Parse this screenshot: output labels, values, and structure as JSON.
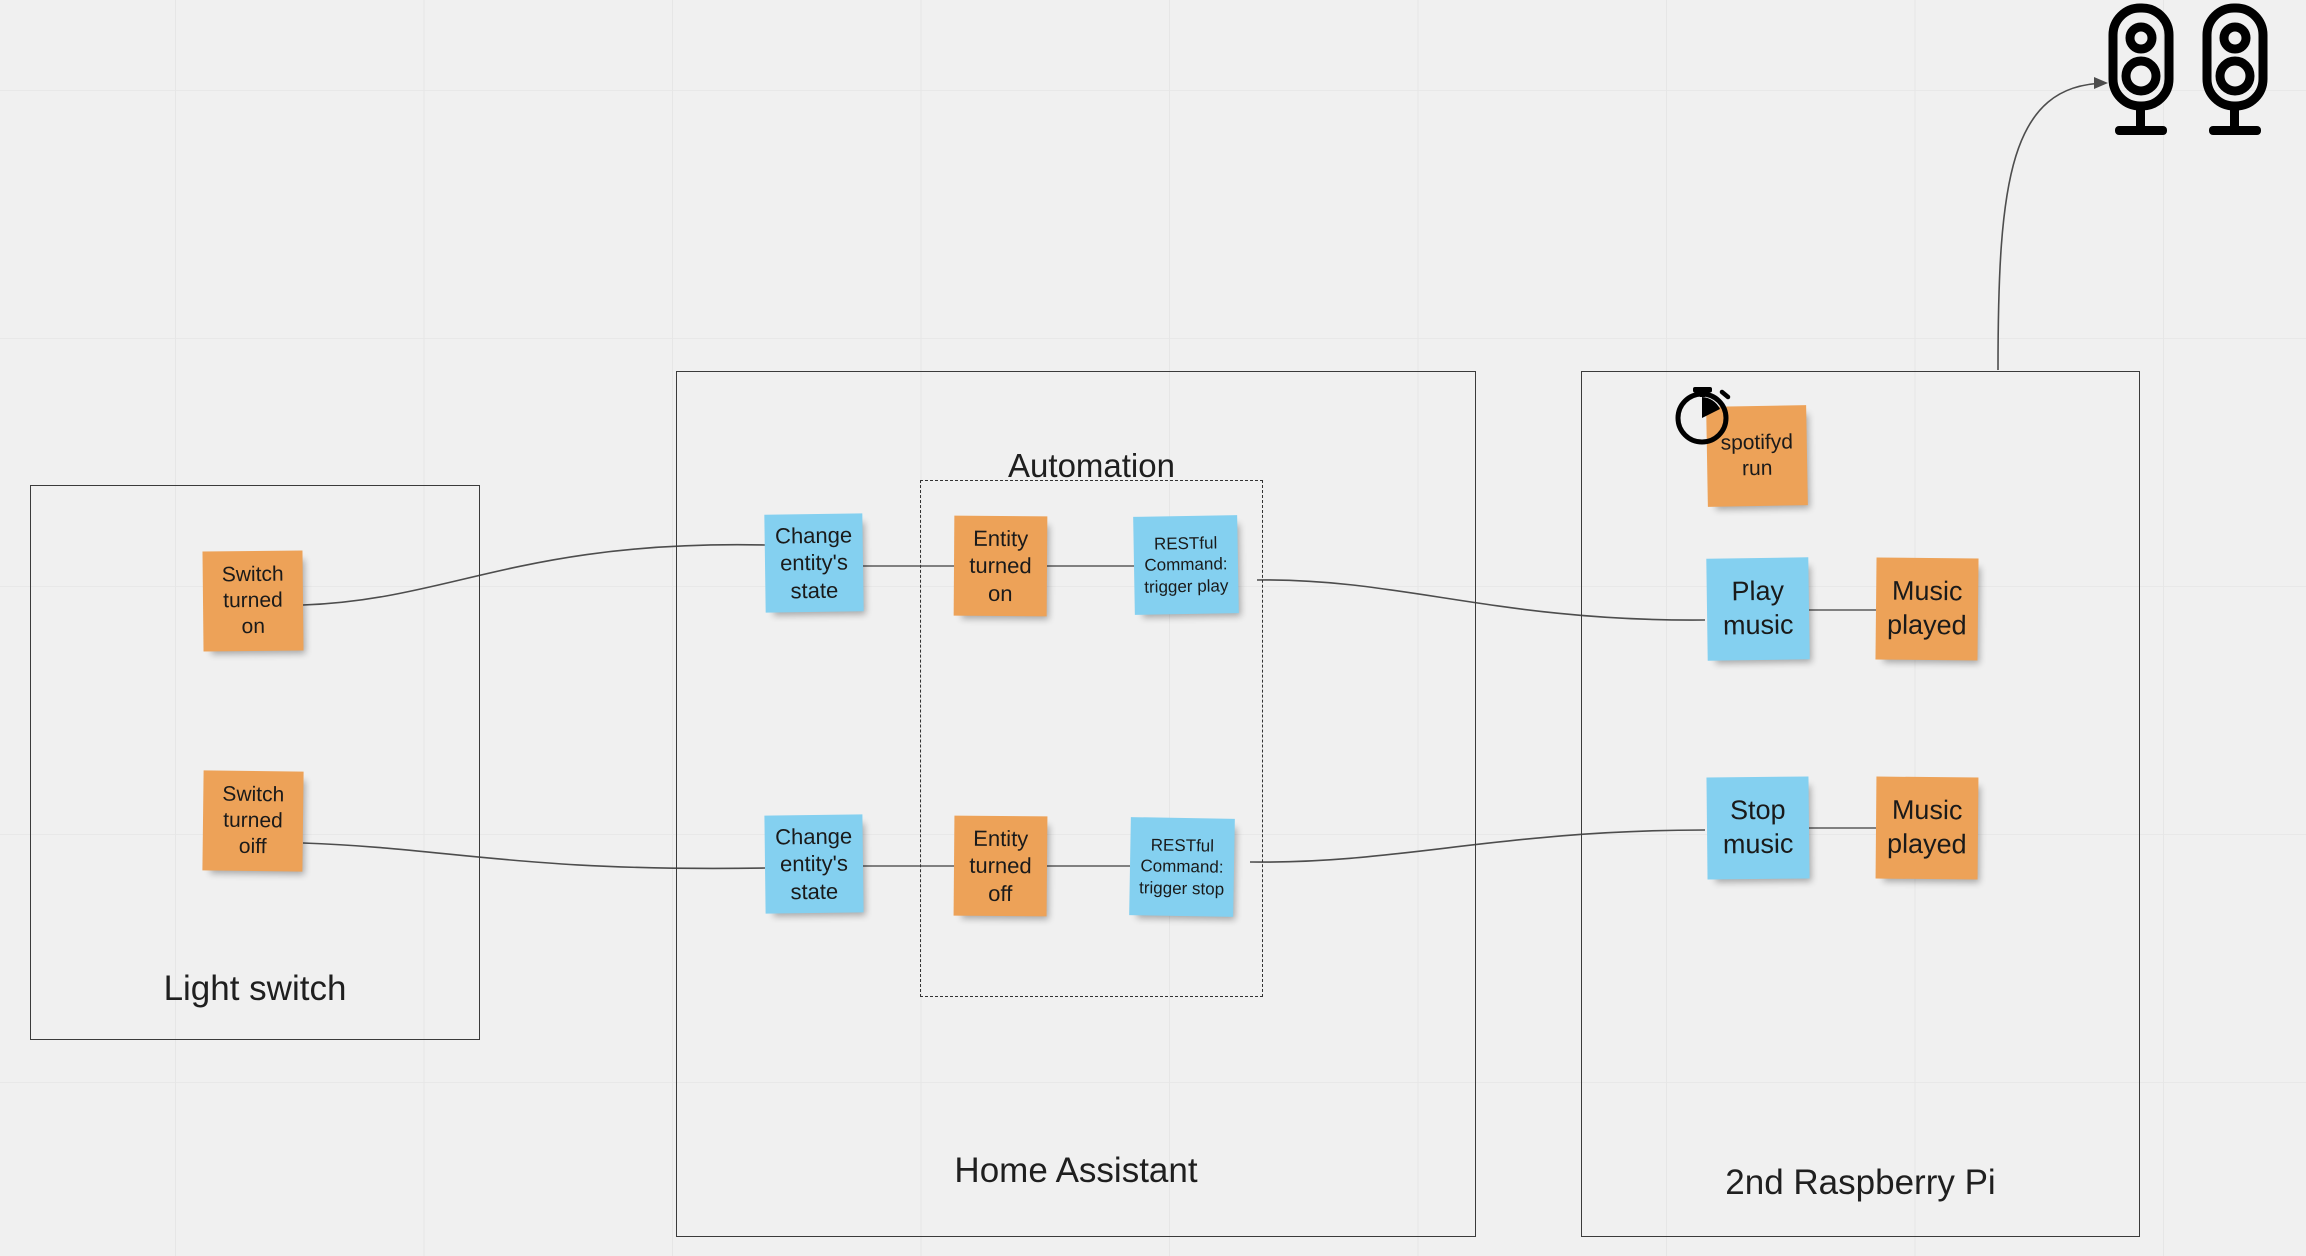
{
  "diagram": {
    "title_visible": false,
    "background_color": "#f0f0f0",
    "note_colors": {
      "orange": "#eda258",
      "blue": "#84d0f0"
    },
    "edge_color": "#4d4d4d"
  },
  "groups": {
    "light_switch": {
      "label": "Light switch"
    },
    "home_assistant": {
      "label": "Home Assistant"
    },
    "raspberry_pi": {
      "label": "2nd Raspberry Pi"
    },
    "automation": {
      "label": "Automation"
    }
  },
  "notes": {
    "switch_on": "Switch turned on",
    "switch_off": "Switch turned oiff",
    "change_state_on": "Change entity's state",
    "change_state_off": "Change entity's state",
    "entity_on": "Entity turned on",
    "entity_off": "Entity turned off",
    "restful_play": "RESTful Command: trigger play",
    "restful_stop": "RESTful Command: trigger stop",
    "spotifyd_run": "spotifyd run",
    "play_music": "Play music",
    "stop_music": "Stop music",
    "music_played_top": "Music played",
    "music_played_bottom": "Music played"
  },
  "icons": {
    "stopwatch": "stopwatch-icon",
    "speaker_left": "speaker-icon",
    "speaker_right": "speaker-icon"
  }
}
